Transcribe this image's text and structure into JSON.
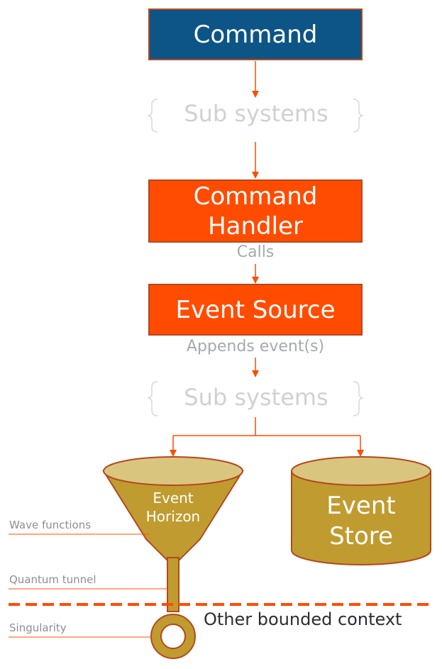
{
  "nodes": {
    "command": "Command",
    "command_handler_line1": "Command",
    "command_handler_line2": "Handler",
    "event_source": "Event Source",
    "sub_systems_top": "Sub systems",
    "sub_systems_bottom": "Sub systems",
    "event_horizon_line1": "Event",
    "event_horizon_line2": "Horizon",
    "event_store_line1": "Event",
    "event_store_line2": "Store"
  },
  "edges": {
    "calls": "Calls",
    "appends": "Appends event(s)"
  },
  "annotations": {
    "wave_functions": "Wave functions",
    "quantum_tunnel": "Quantum tunnel",
    "singularity": "Singularity",
    "other_context": "Other bounded context"
  },
  "colors": {
    "command_fill": "#0c5586",
    "handler_fill": "#ff4c00",
    "arrow": "#ff4c00",
    "shape_fill": "#c09b2f",
    "shape_top": "#d9c57e",
    "border": "#b5481f"
  }
}
